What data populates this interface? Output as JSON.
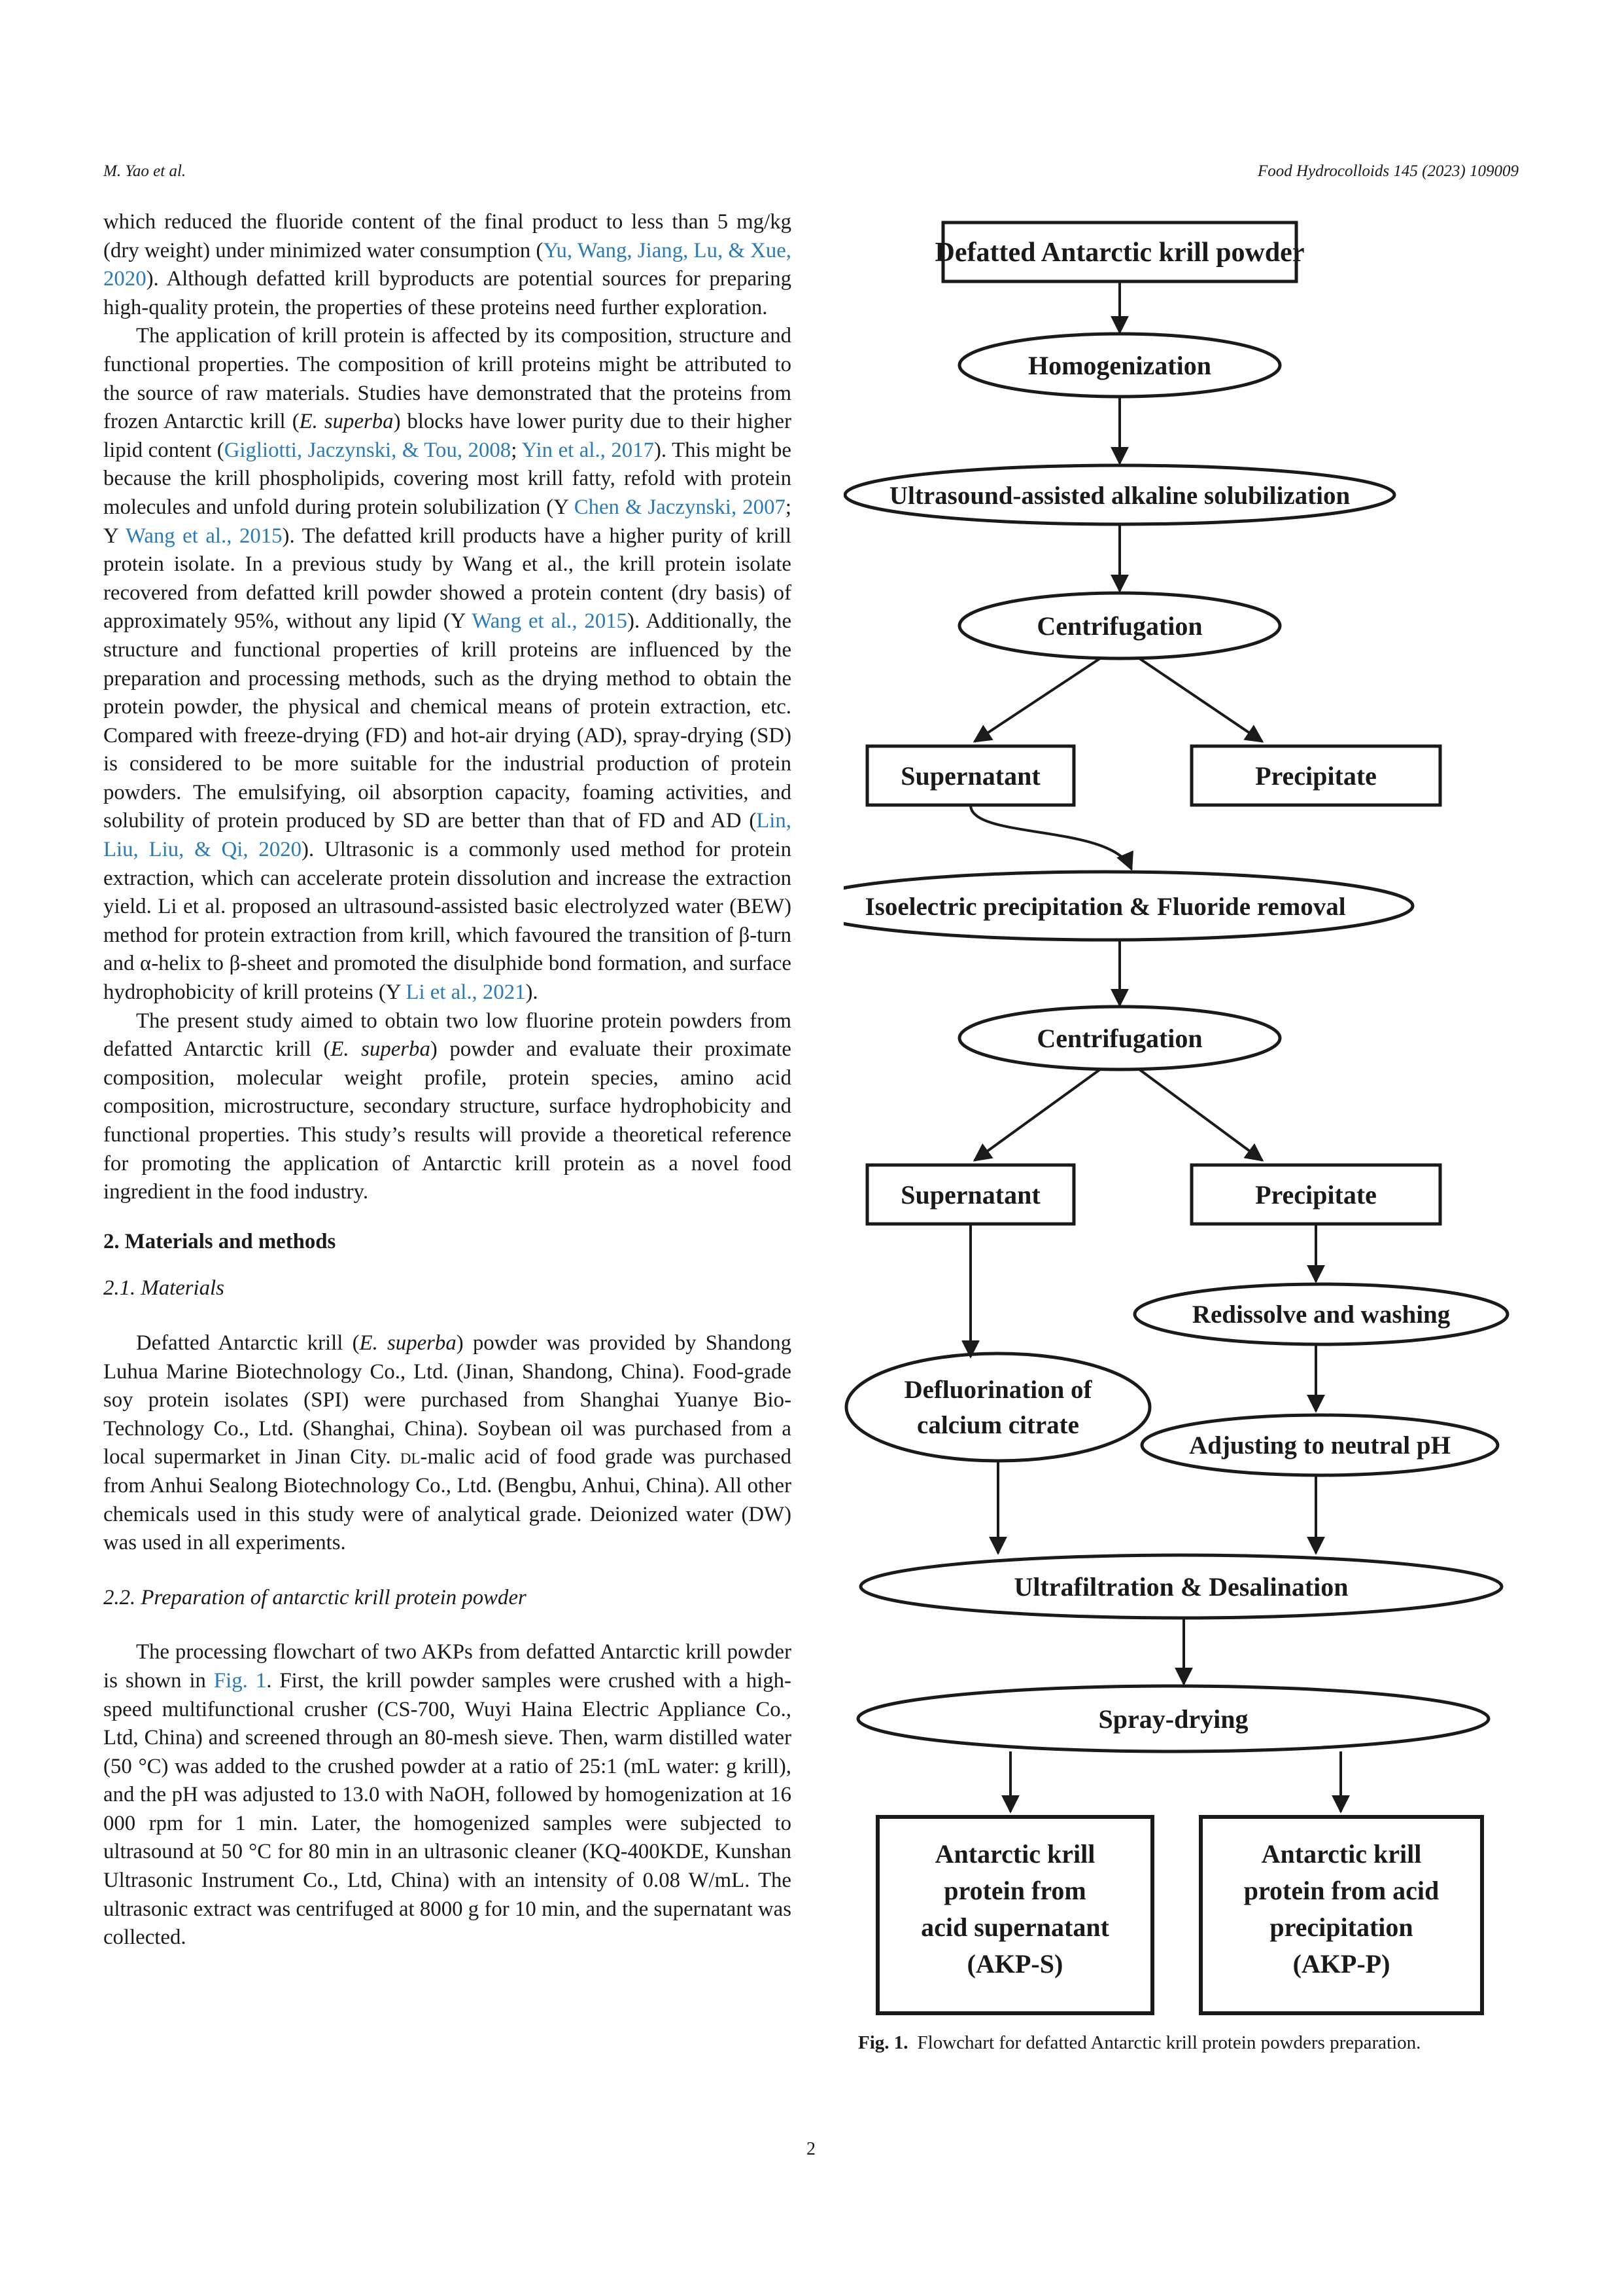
{
  "header": {
    "authors": "M. Yao et al.",
    "journal": "Food Hydrocolloids 145 (2023) 109009"
  },
  "body": {
    "p1": {
      "text_a": "which reduced the fluoride content of the final product to less than 5 mg/kg (dry weight) under minimized water consumption (",
      "cite_a": "Yu, Wang, Jiang, Lu, & Xue, 2020",
      "text_b": "). Although defatted krill byproducts are potential sources for preparing high-quality protein, the properties of these proteins need further exploration."
    },
    "p2": {
      "text_a": "The application of krill protein is affected by its composition, structure and functional properties. The composition of krill proteins might be attributed to the source of raw materials. Studies have demonstrated that the proteins from frozen Antarctic krill (",
      "italic_a": "E. superba",
      "text_b": ") blocks have lower purity due to their higher lipid content (",
      "cite_a": "Gigliotti, Jaczynski, & Tou, 2008",
      "text_c": "; ",
      "cite_b": "Yin et al., 2017",
      "text_d": "). This might be because the krill phospholipids, covering most krill fatty, refold with protein molecules and unfold during protein solubilization (Y ",
      "cite_c": "Chen & Jaczynski, 2007",
      "text_e": "; Y ",
      "cite_d": "Wang et al., 2015",
      "text_f": "). The defatted krill products have a higher purity of krill protein isolate. In a previous study by Wang et al., the krill protein isolate recovered from defatted krill powder showed a protein content (dry basis) of approximately 95%, without any lipid (Y ",
      "cite_e": "Wang et al., 2015",
      "text_g": "). Additionally, the structure and functional properties of krill proteins are influenced by the preparation and processing methods, such as the drying method to obtain the protein powder, the physical and chemical means of protein extraction, etc. Compared with freeze-drying (FD) and hot-air drying (AD), spray-drying (SD) is considered to be more suitable for the industrial production of protein powders. The emulsifying, oil absorption capacity, foaming activities, and solubility of protein produced by SD are better than that of FD and AD (",
      "cite_f": "Lin, Liu, Liu, & Qi, 2020",
      "text_h": "). Ultrasonic is a commonly used method for protein extraction, which can accelerate protein dissolution and increase the extraction yield. Li et al. proposed an ultrasound-assisted basic electrolyzed water (BEW) method for protein extraction from krill, which favoured the transition of β-turn and α-helix to β-sheet and promoted the disulphide bond formation, and surface hydrophobicity of krill proteins (Y ",
      "cite_g": "Li et al., 2021",
      "text_i": ")."
    },
    "p3": {
      "text_a": "The present study aimed to obtain two low fluorine protein powders from defatted Antarctic krill (",
      "italic_a": "E. superba",
      "text_b": ") powder and evaluate their proximate composition, molecular weight profile, protein species, amino acid composition, microstructure, secondary structure, surface hydrophobicity and functional properties. This study’s results will provide a theoretical reference for promoting the application of Antarctic krill protein as a novel food ingredient in the food industry."
    },
    "section2": "2. Materials and methods",
    "sub21": "2.1. Materials",
    "p4": {
      "text_a": "Defatted Antarctic krill (",
      "italic_a": "E. superba",
      "text_b": ") powder was provided by Shandong Luhua Marine Biotechnology Co., Ltd. (Jinan, Shandong, China). Food-grade soy protein isolates (SPI) were purchased from Shanghai Yuanye Bio-Technology Co., Ltd. (Shanghai, China). Soybean oil was purchased from a local supermarket in Jinan City. ",
      "smallcaps_a": "dl",
      "text_c": "-malic acid of food grade was purchased from Anhui Sealong Biotechnology Co., Ltd. (Bengbu, Anhui, China). All other chemicals used in this study were of analytical grade. Deionized water (DW) was used in all experiments."
    },
    "sub22": "2.2. Preparation of antarctic krill protein powder",
    "p5": {
      "text_a": "The processing flowchart of two AKPs from defatted Antarctic krill powder is shown in ",
      "cite_a": "Fig. 1",
      "text_b": ". First, the krill powder samples were crushed with a high-speed multifunctional crusher (CS-700, Wuyi Haina Electric Appliance Co., Ltd, China) and screened through an 80-mesh sieve. Then, warm distilled water (50 °C) was added to the crushed powder at a ratio of 25:1 (mL water: g krill), and the pH was adjusted to 13.0 with NaOH, followed by homogenization at 16 000 rpm for 1 min. Later, the homogenized samples were subjected to ultrasound at 50 °C for 80 min in an ultrasonic cleaner (KQ-400KDE, Kunshan Ultrasonic Instrument Co., Ltd, China) with an intensity of 0.08 W/mL. The ultrasonic extract was centrifuged at 8000 g for 10 min, and the supernatant was collected."
    }
  },
  "figure": {
    "nodes": {
      "start": "Defatted Antarctic krill powder",
      "homogenization": "Homogenization",
      "ultrasound": "Ultrasound-assisted alkaline solubilization",
      "centrifugation1": "Centrifugation",
      "supernatant1": "Supernatant",
      "precipitate1": "Precipitate",
      "isoelectric": "Isoelectric precipitation & Fluoride removal",
      "centrifugation2": "Centrifugation",
      "supernatant2": "Supernatant",
      "precipitate2": "Precipitate",
      "redissolve": "Redissolve and washing",
      "defluorination_l1": "Defluorination of",
      "defluorination_l2": "calcium citrate",
      "adjusting": "Adjusting to neutral pH",
      "ultrafiltration": "Ultrafiltration & Desalination",
      "spray": "Spray-drying",
      "akps_l1": "Antarctic krill",
      "akps_l2": "protein from",
      "akps_l3": "acid supernatant",
      "akps_l4": "(AKP-S)",
      "akpp_l1": "Antarctic krill",
      "akpp_l2": "protein from acid",
      "akpp_l3": "precipitation",
      "akpp_l4": "(AKP-P)"
    },
    "caption_label": "Fig. 1.",
    "caption_text": "Flowchart for defatted Antarctic krill protein powders preparation."
  },
  "page_number": "2"
}
